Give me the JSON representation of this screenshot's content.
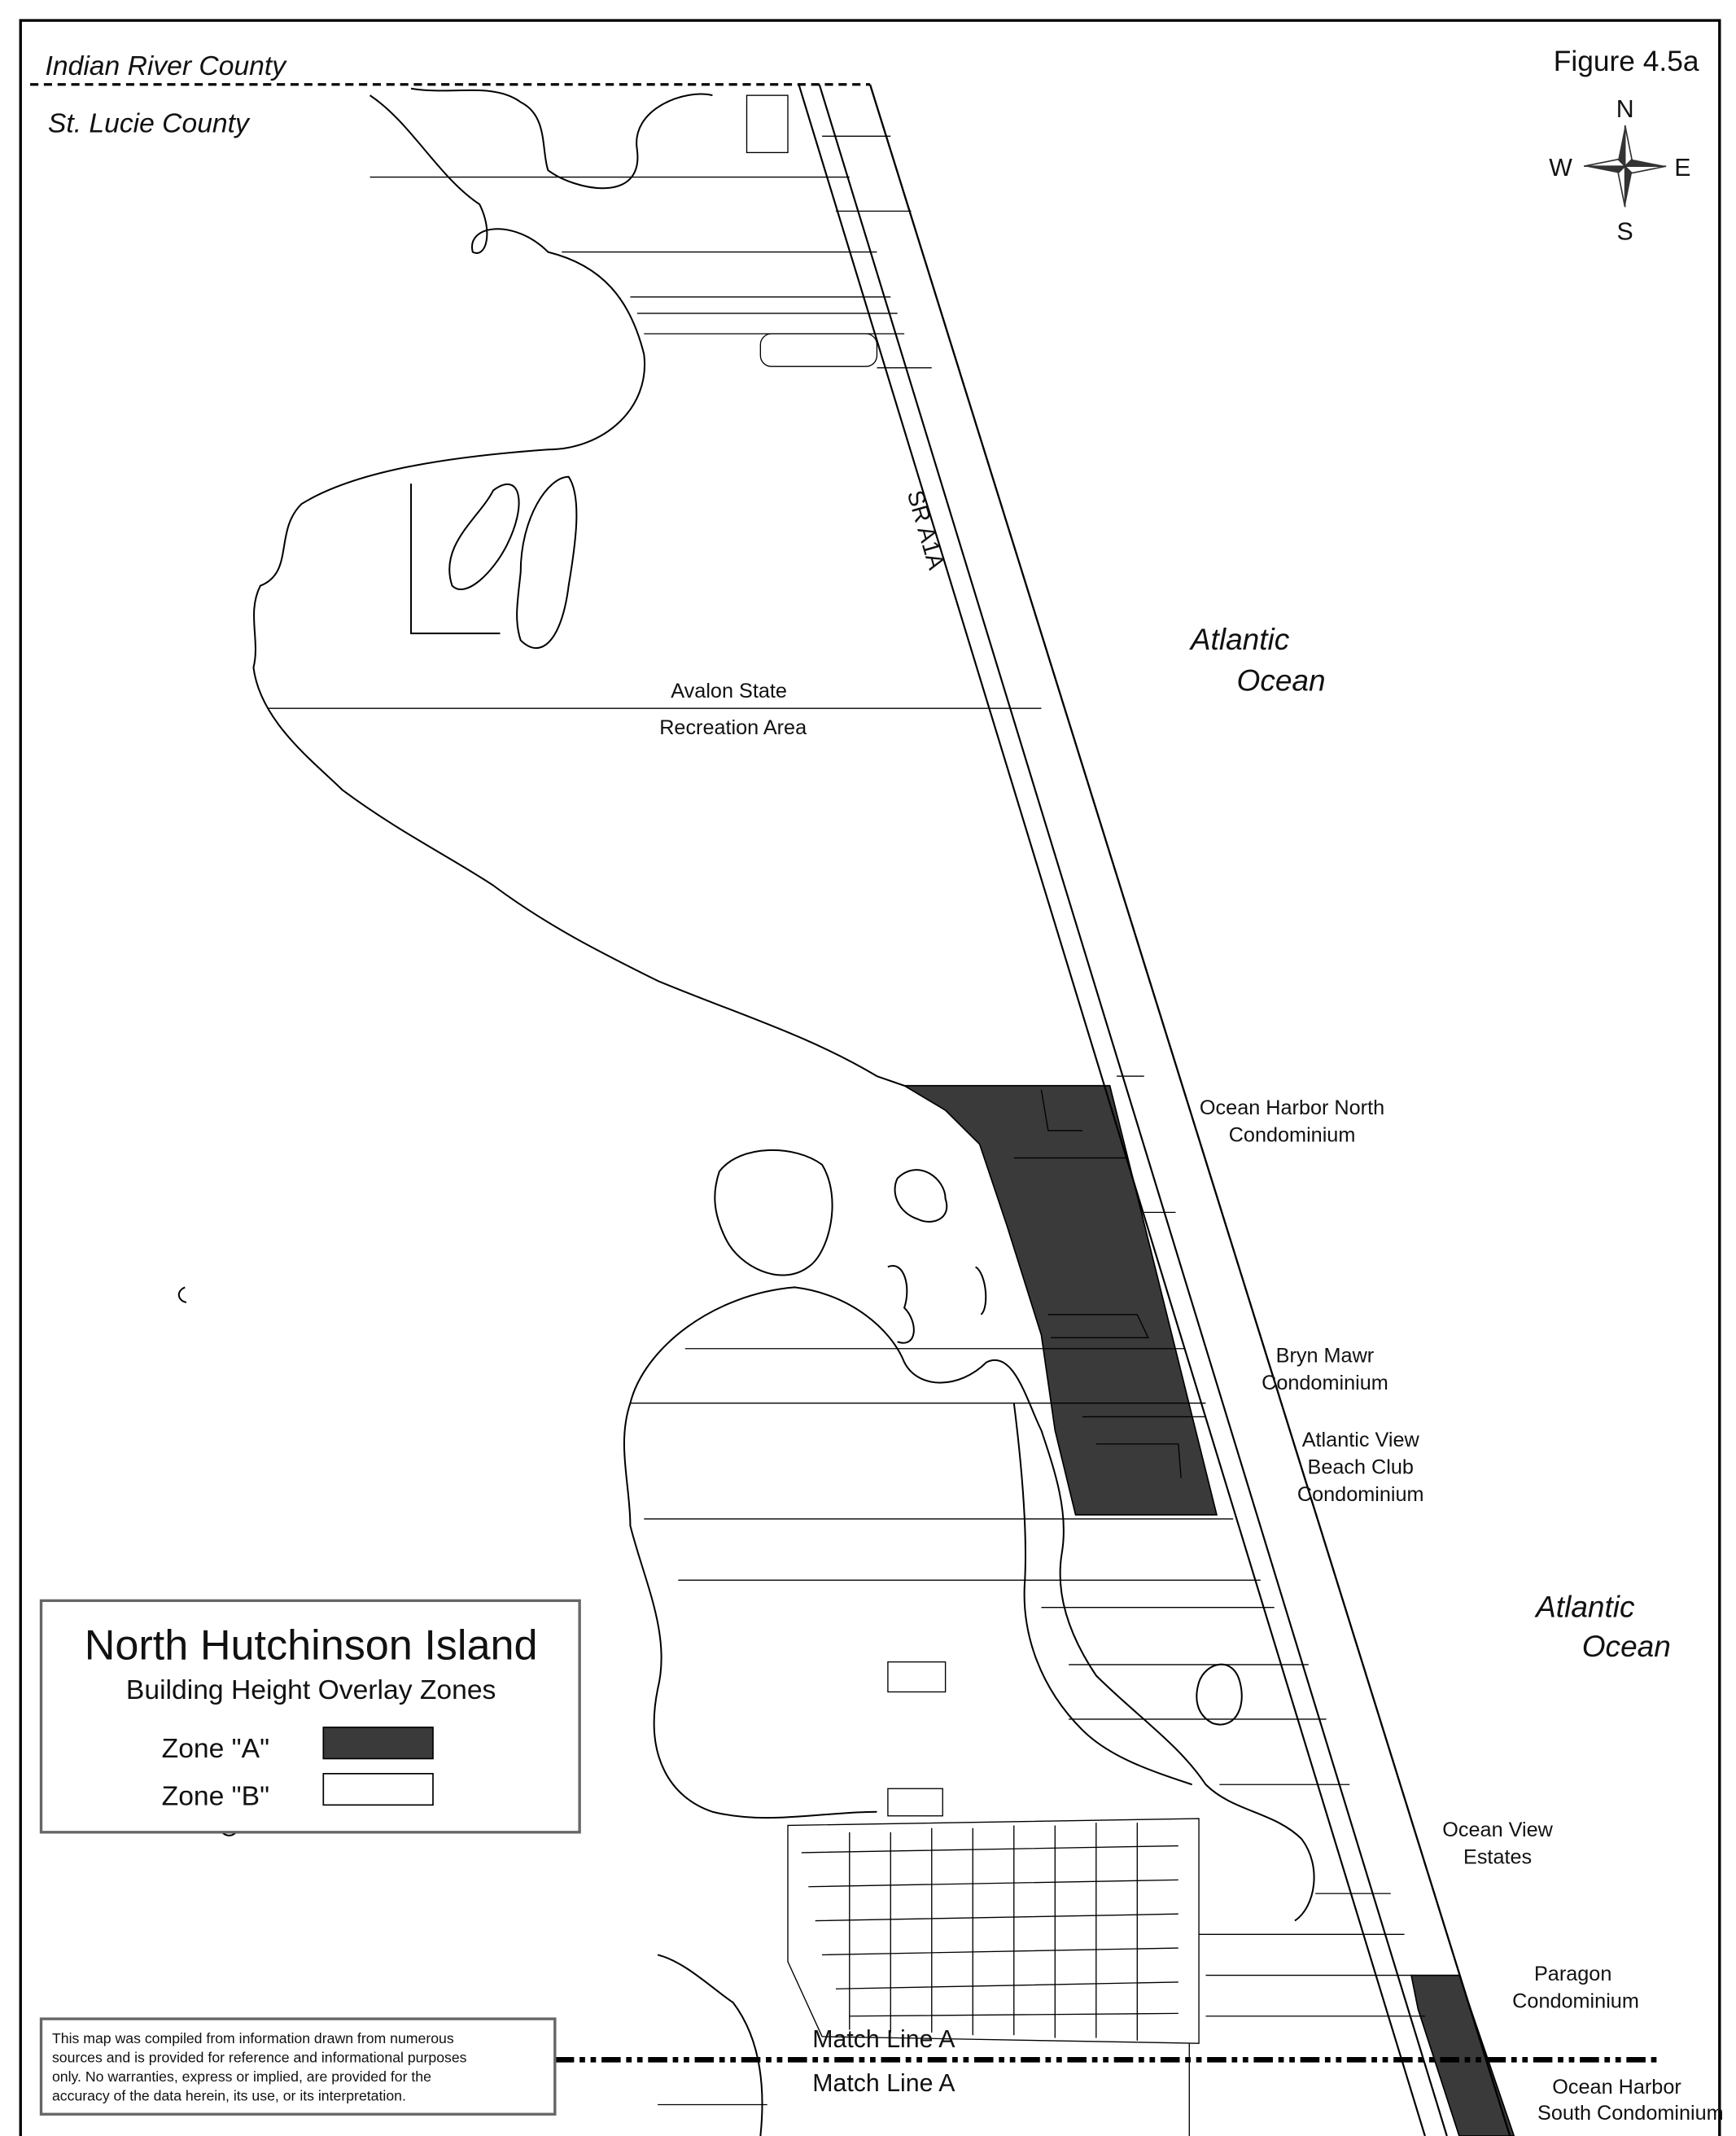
{
  "figure_label": "Figure 4.5a",
  "compass": {
    "n": "N",
    "s": "S",
    "e": "E",
    "w": "W"
  },
  "county_labels": {
    "north": "Indian River County",
    "south": "St. Lucie County"
  },
  "road_label": "SR A1A",
  "water_labels": {
    "ocean_1_line1": "Atlantic",
    "ocean_1_line2": "Ocean",
    "ocean_2_line1": "Atlantic",
    "ocean_2_line2": "Ocean"
  },
  "place_labels": {
    "avalon_1": "Avalon State",
    "avalon_2": "Recreation Area",
    "ohn_1": "Ocean Harbor North",
    "ohn_2": "Condominium",
    "bryn_1": "Bryn Mawr",
    "bryn_2": "Condominium",
    "av_1": "Atlantic View",
    "av_2": "Beach Club",
    "av_3": "Condominium",
    "ove_1": "Ocean View",
    "ove_2": "Estates",
    "par_1": "Paragon",
    "par_2": "Condominium",
    "ohs_1": "Ocean Harbor",
    "ohs_2": "South Condominium"
  },
  "legend": {
    "title": "North Hutchinson Island",
    "subtitle": "Building Height Overlay Zones",
    "items": [
      {
        "label": "Zone  \"A\"",
        "color": "#3a3a3a"
      },
      {
        "label": "Zone  \"B\"",
        "color": "#ffffff"
      }
    ]
  },
  "match_line": {
    "above": "Match  Line  A",
    "below": "Match  Line  A"
  },
  "disclaimer": [
    "This map was compiled from information drawn from numerous",
    "sources and is provided for reference and informational purposes",
    "only.  No warranties, express or implied, are provided for the",
    "accuracy of the data herein, its use, or its interpretation."
  ]
}
